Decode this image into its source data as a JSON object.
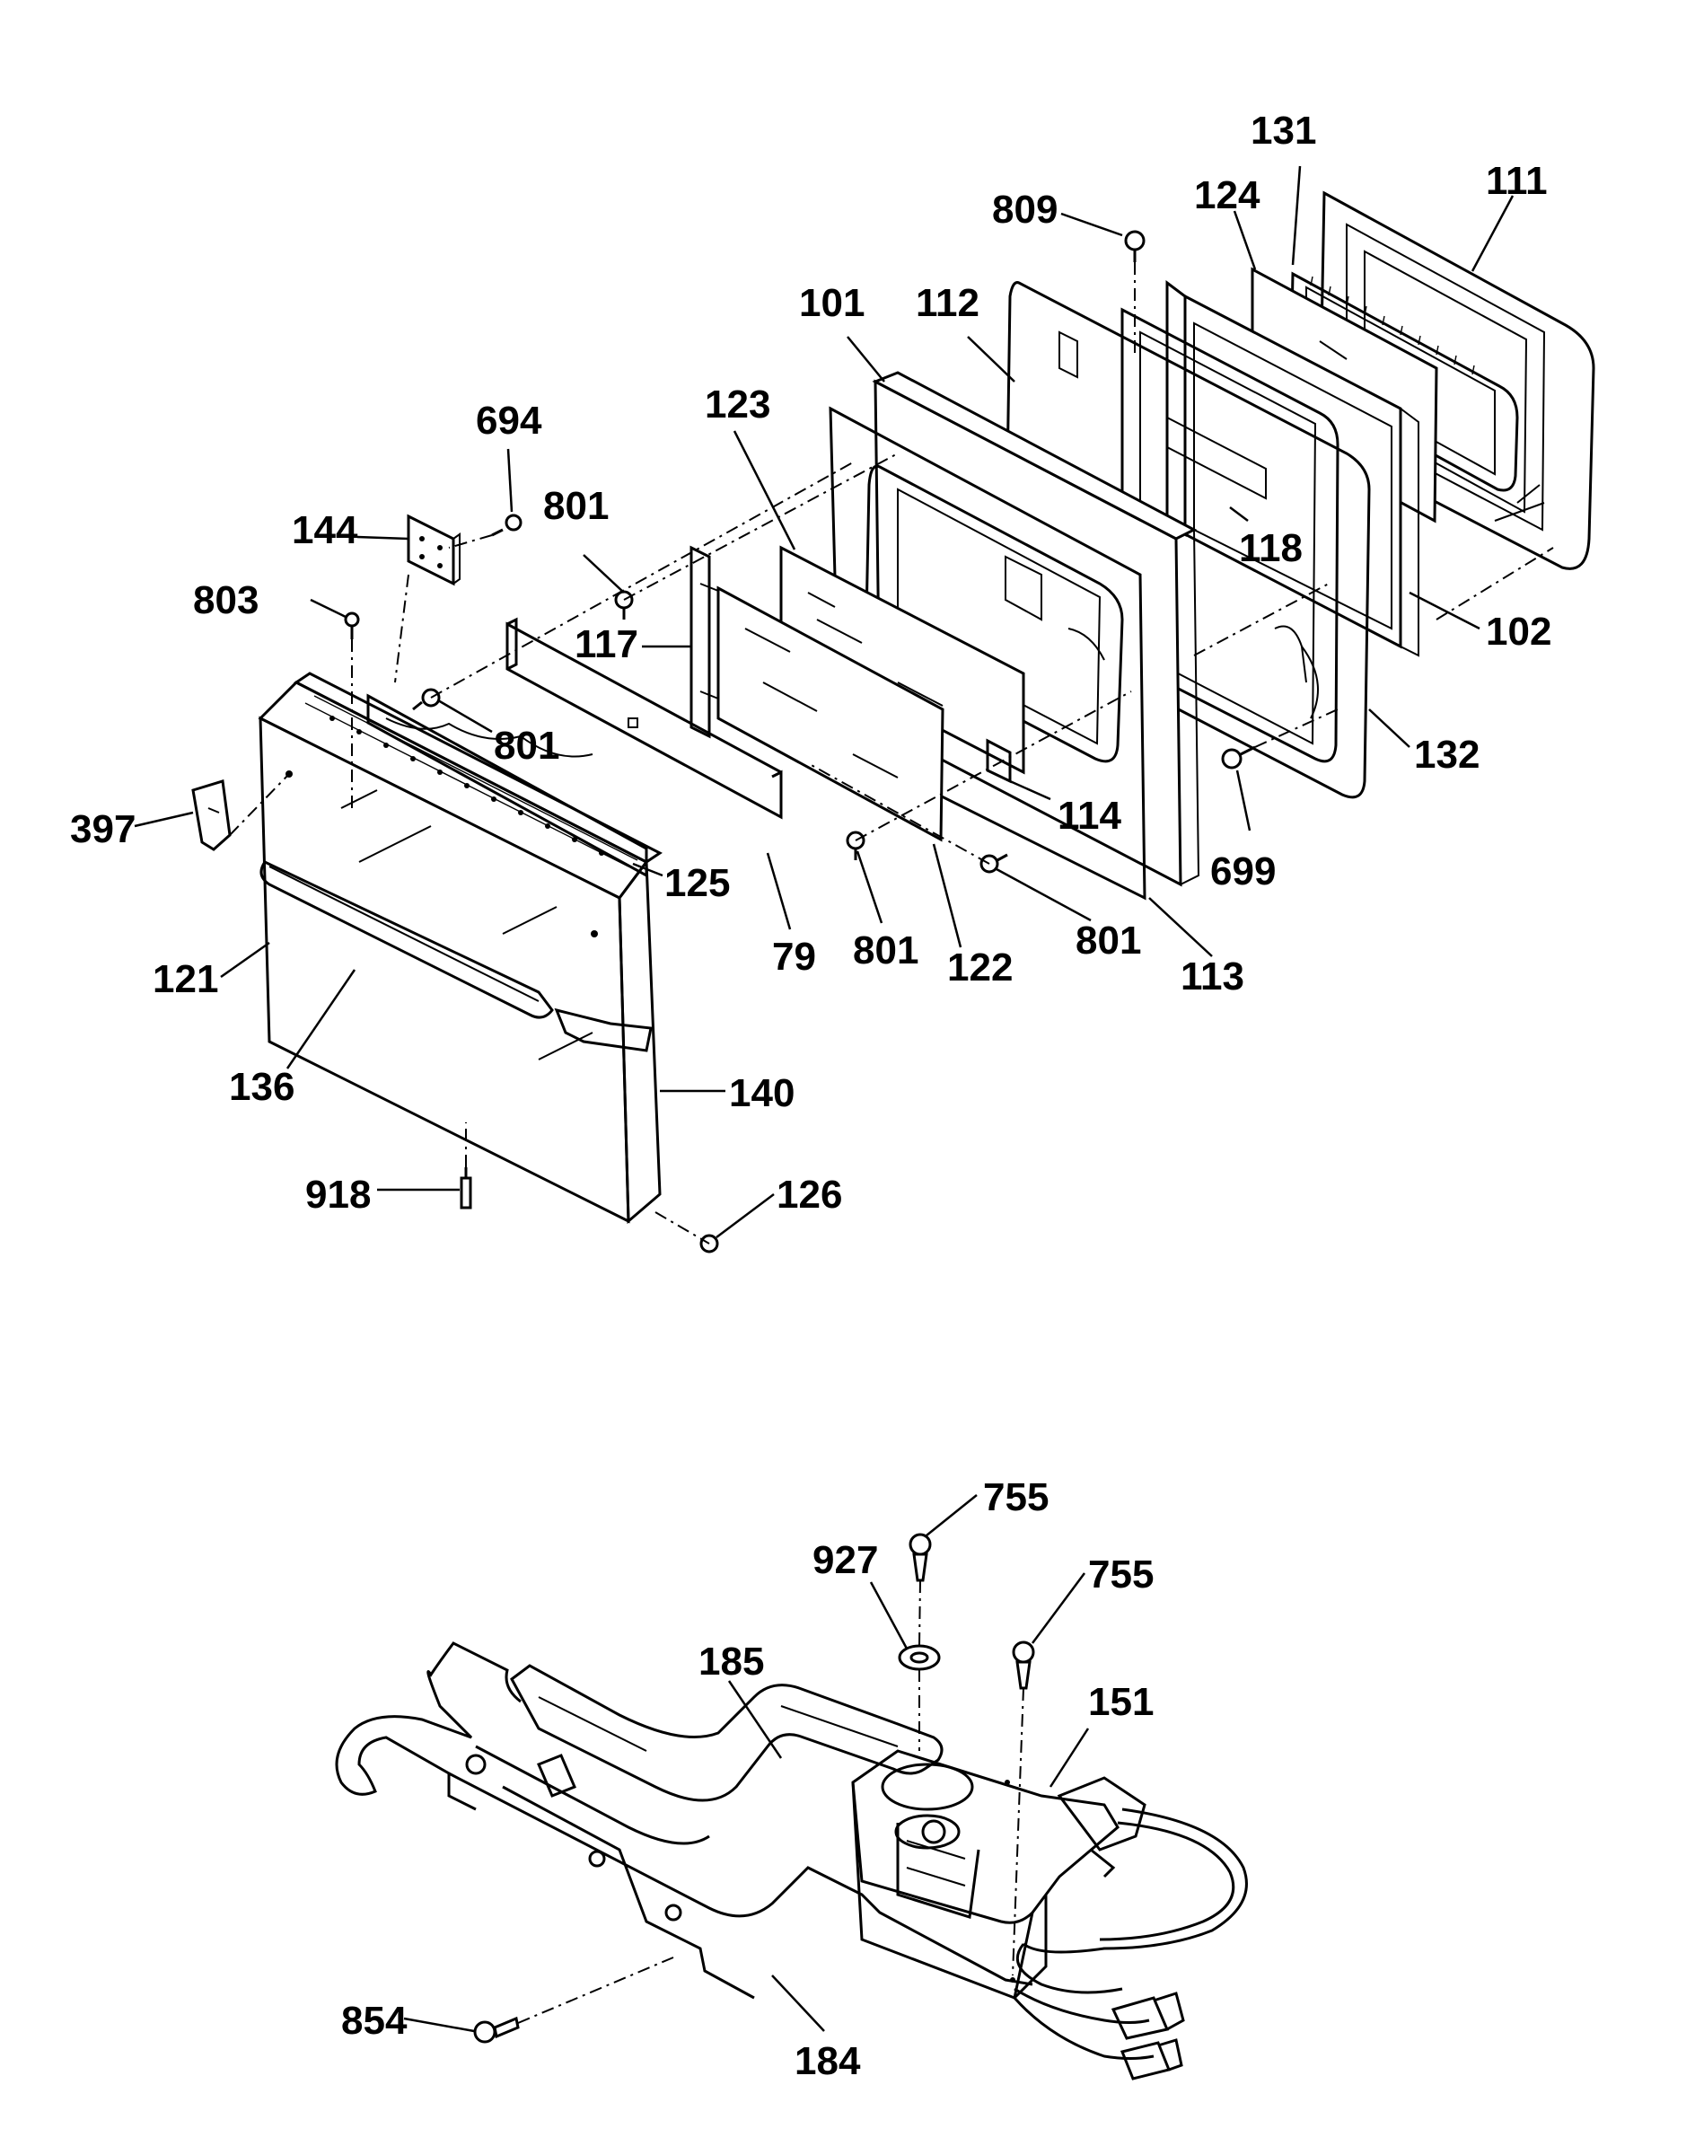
{
  "labels": {
    "l111": "111",
    "l131": "131",
    "l124": "124",
    "l809": "809",
    "l101": "101",
    "l112": "112",
    "l123": "123",
    "l694": "694",
    "l144": "144",
    "l801a": "801",
    "l803": "803",
    "l117": "117",
    "l118": "118",
    "l102": "102",
    "l801b": "801",
    "l132": "132",
    "l397": "397",
    "l125": "125",
    "l114": "114",
    "l699": "699",
    "l121": "121",
    "l79": "79",
    "l801c": "801",
    "l122": "122",
    "l801d": "801",
    "l113": "113",
    "l136": "136",
    "l140": "140",
    "l918": "918",
    "l126": "126",
    "l755a": "755",
    "l927": "927",
    "l755b": "755",
    "l185": "185",
    "l151": "151",
    "l854": "854",
    "l184": "184"
  }
}
